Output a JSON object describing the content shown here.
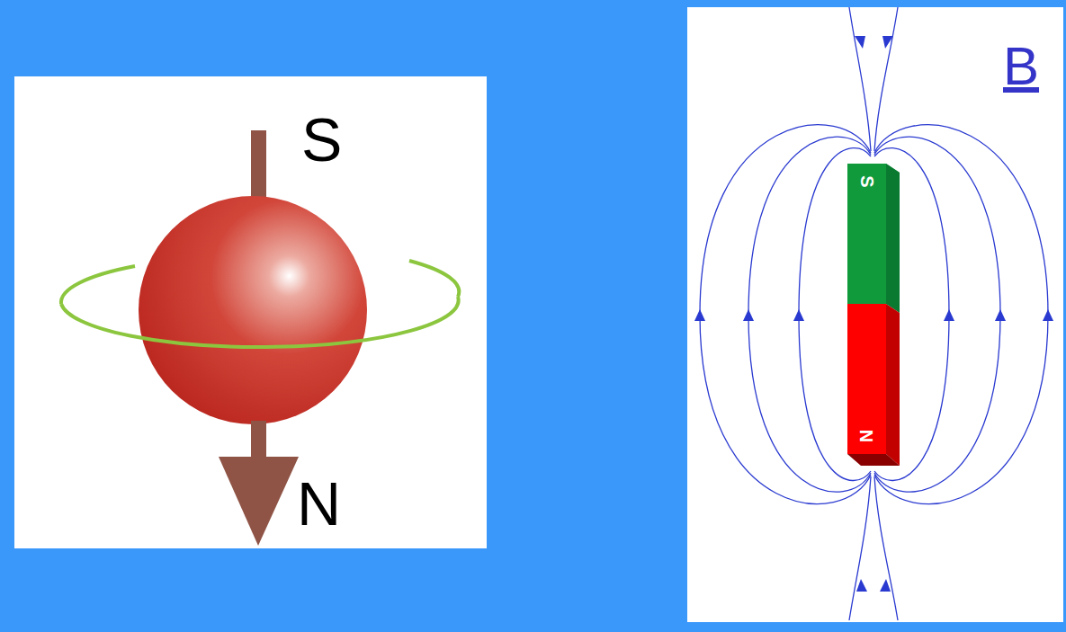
{
  "diagram": {
    "nodes": [
      {
        "text": [
          "S"
        ]
      },
      {
        "text": [
          "N"
        ]
      }
    ],
    "labels": [
      "S",
      "N",
      "B"
    ]
  }
}
